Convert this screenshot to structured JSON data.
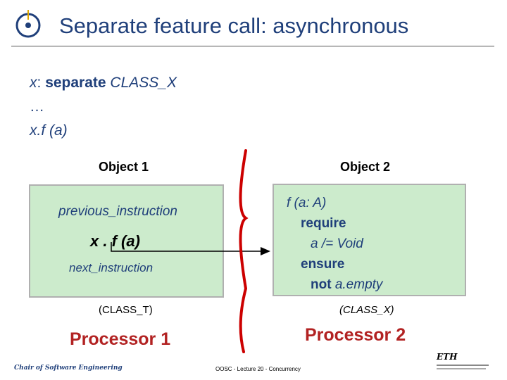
{
  "slide": {
    "title": "Separate feature call: asynchronous",
    "code": {
      "line1_var": "x",
      "line1_colon": ":",
      "line1_kw": "separate",
      "line1_type": "CLASS_X",
      "line2": "…",
      "line3": "x.f (a)"
    },
    "object1": {
      "label": "Object 1",
      "previous": "previous_instruction",
      "call": "x . f (a)",
      "next": "next_instruction",
      "class_label": "(CLASS_T)",
      "processor": "Processor 1"
    },
    "object2": {
      "label": "Object 2",
      "signature": "f (a: A)",
      "require_kw": "require",
      "precondition": "a /= Void",
      "ensure_kw": "ensure",
      "post_kw": "not",
      "post_expr": "a.empty",
      "class_label": "(CLASS_X)",
      "processor": "Processor 2"
    },
    "footer": {
      "left": "Chair of Software Engineering",
      "center": "OOSC - Lecture 20 - Concurrency",
      "right_logo": "ETH"
    },
    "colors": {
      "title": "#1f3f7a",
      "box_fill": "#ccebcc",
      "processor": "#b22222",
      "separator": "#cc0000"
    }
  }
}
